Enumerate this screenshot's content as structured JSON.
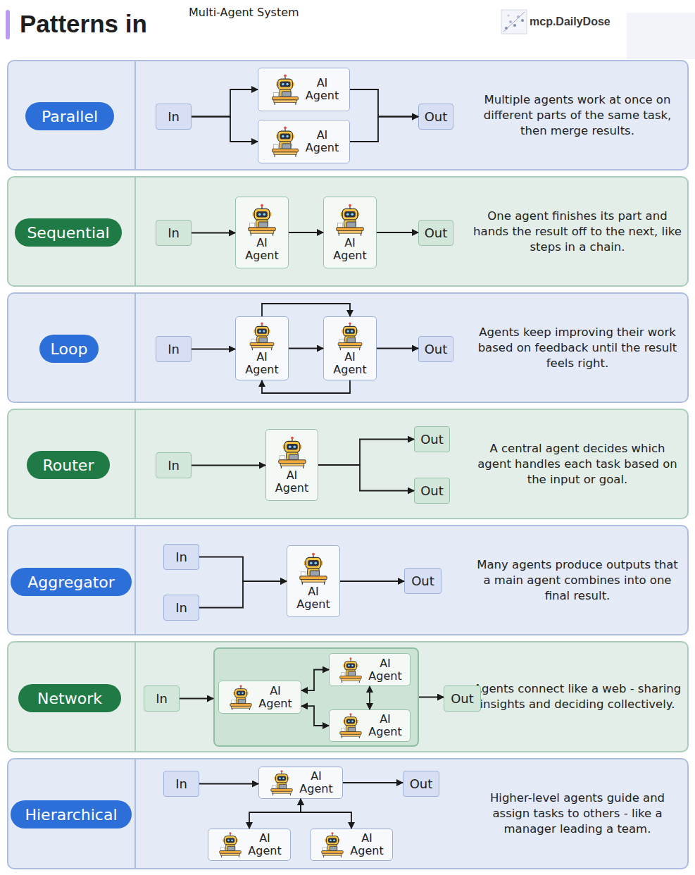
{
  "diagram": {
    "title": "Patterns in",
    "nodes": [
      {
        "text": [
          "Multi-Agent System"
        ]
      },
      {
        "text": [
          "Multiple agents work at once on different parts of the same task, then merge results."
        ]
      },
      {
        "text": [
          "Parallel"
        ],
        "in": 1
      },
      {
        "text": [
          "In"
        ],
        "in": 1
      },
      {
        "text": [
          "AI Agent"
        ],
        "in": 1
      },
      {
        "text": [
          "AI Agent"
        ],
        "in": 1
      },
      {
        "text": [
          "Out"
        ],
        "in": 1
      },
      {
        "text": [
          "One agent finishes its part and hands the result off to the next, like steps in a chain."
        ]
      },
      {
        "text": [
          "Sequential"
        ],
        "in": 7
      },
      {
        "text": [
          "In"
        ],
        "in": 7
      },
      {
        "text": [
          "AI Agent"
        ],
        "in": 7
      },
      {
        "text": [
          "AI Agent"
        ],
        "in": 7
      },
      {
        "text": [
          "Out"
        ],
        "in": 7
      },
      {
        "text": [
          "Agents keep improving their work based on feedback until the result feels right."
        ]
      },
      {
        "text": [
          "Loop"
        ],
        "in": 13
      },
      {
        "text": [
          "In"
        ],
        "in": 13
      },
      {
        "text": [
          "AI Agent"
        ],
        "in": 13
      },
      {
        "text": [
          "AI Agent"
        ],
        "in": 13
      },
      {
        "text": [
          "Out"
        ],
        "in": 13
      },
      {
        "text": [
          "A central agent decides which agent handles each task based on the input or goal."
        ]
      },
      {
        "text": [
          "Router"
        ],
        "in": 19
      },
      {
        "text": [
          "In"
        ],
        "in": 19
      },
      {
        "text": [
          "AI Agent"
        ],
        "in": 19
      },
      {
        "text": [
          "Out"
        ],
        "in": 19
      },
      {
        "text": [
          "Out"
        ],
        "in": 19
      },
      {
        "text": [
          "Many agents produce outputs that a main agent combines into one final result."
        ]
      },
      {
        "text": [
          "Aggregator"
        ],
        "in": 25
      },
      {
        "text": [
          "In"
        ],
        "in": 25
      },
      {
        "text": [
          "In"
        ],
        "in": 25
      },
      {
        "text": [
          "AI Agent"
        ],
        "in": 25
      },
      {
        "text": [
          "Out"
        ],
        "in": 25
      },
      {
        "text": [
          "Agents connect like a web - sharing insights and deciding collectively."
        ]
      },
      {
        "text": [
          "Network"
        ],
        "in": 31
      },
      {
        "text": [
          "In"
        ],
        "in": 31
      },
      {
        "text": [],
        "in": 31
      },
      {
        "text": [
          "AI Agent"
        ],
        "in": 34
      },
      {
        "text": [
          "AI Agent"
        ],
        "in": 34
      },
      {
        "text": [
          "AI Agent"
        ],
        "in": 34
      },
      {
        "text": [
          "Out"
        ],
        "in": 31
      },
      {
        "text": [
          "Higher-level agents guide and assign tasks to others - like a manager leading a team."
        ]
      },
      {
        "text": [
          "Hierarchical"
        ],
        "in": 39
      },
      {
        "text": [
          "In"
        ],
        "in": 39
      },
      {
        "text": [
          "AI Agent"
        ],
        "in": 39
      },
      {
        "text": [
          "Out"
        ],
        "in": 39
      },
      {
        "text": [
          "AI Agent"
        ],
        "in": 39
      },
      {
        "text": [
          "AI Agent"
        ],
        "in": 39
      }
    ],
    "edges": [
      {
        "from": 3,
        "to": 4,
        "arrow": "to"
      },
      {
        "from": 3,
        "to": 5,
        "arrow": "to"
      },
      {
        "from": 4,
        "to": 6,
        "arrow": "to"
      },
      {
        "from": 5,
        "to": 6,
        "arrow": "to"
      },
      {
        "from": 9,
        "to": 10,
        "arrow": "to"
      },
      {
        "from": 10,
        "to": 11,
        "arrow": "to"
      },
      {
        "from": 11,
        "to": 12,
        "arrow": "to"
      },
      {
        "from": 15,
        "to": 16,
        "arrow": "to"
      },
      {
        "from": 16,
        "to": 17,
        "arrow": "to"
      },
      {
        "from": 16,
        "to": 17,
        "arrow": "to"
      },
      {
        "from": 17,
        "to": 16,
        "arrow": "to"
      },
      {
        "from": 17,
        "to": 18,
        "arrow": "to"
      },
      {
        "from": 21,
        "to": 22,
        "arrow": "to"
      },
      {
        "from": 22,
        "to": 23,
        "arrow": "to"
      },
      {
        "from": 22,
        "to": 24,
        "arrow": "to"
      },
      {
        "from": 27,
        "to": 29,
        "arrow": "to"
      },
      {
        "from": 28,
        "to": 29,
        "arrow": "to"
      },
      {
        "from": 29,
        "to": 30,
        "arrow": "to"
      },
      {
        "from": 33,
        "to": 34,
        "arrow": "to"
      },
      {
        "from": 35,
        "to": 36,
        "arrow": "both"
      },
      {
        "from": 35,
        "to": 37,
        "arrow": "both"
      },
      {
        "from": 36,
        "to": 37,
        "arrow": "both"
      },
      {
        "from": 34,
        "to": 38,
        "arrow": "to"
      },
      {
        "from": 41,
        "to": 42,
        "arrow": "to"
      },
      {
        "from": 42,
        "to": 43,
        "arrow": "to"
      },
      {
        "from": 42,
        "to": 44,
        "arrow": "both"
      },
      {
        "from": 42,
        "to": 45,
        "arrow": "both"
      }
    ],
    "labels": [
      "mcp.DailyDose"
    ]
  }
}
